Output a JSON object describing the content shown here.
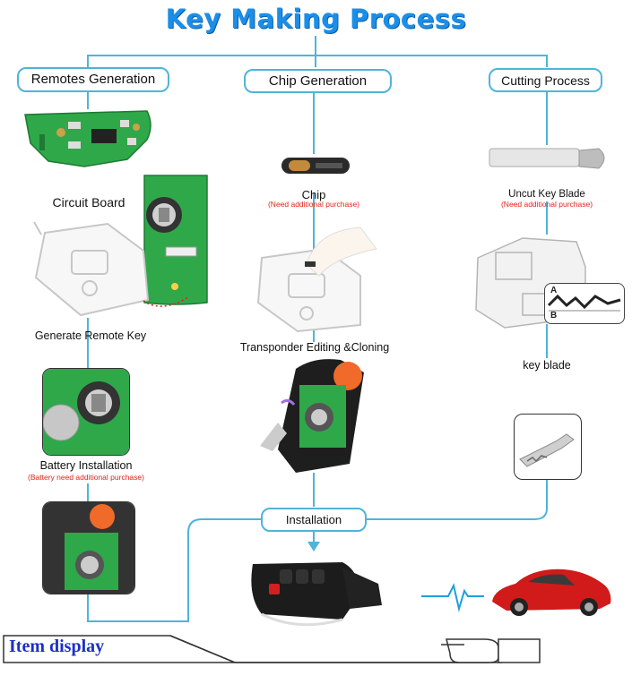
{
  "title": "Key Making Process",
  "columns": {
    "remotes": "Remotes Generation",
    "chip": "Chip Generation",
    "cutting": "Cutting Process"
  },
  "remotes": {
    "circuit_board": "Circuit Board",
    "generate": "Generate Remote Key",
    "battery": "Battery Installation",
    "battery_note": "(Battery need additional purchase)"
  },
  "chip": {
    "chip_label": "Chip",
    "chip_note": "(Need additional purchase)",
    "editing": "Transponder Editing &Cloning"
  },
  "cutting": {
    "blade_label": "Uncut Key  Blade",
    "blade_note": "(Need additional purchase)",
    "key_blade": "key blade",
    "marker_a": "A",
    "marker_b": "B"
  },
  "installation": "Installation",
  "footer": {
    "item_display": "Item display"
  },
  "colors": {
    "title": "#1b8fe8",
    "line": "#4fb4d9",
    "note": "#e2231a",
    "item_display": "#1c2fc9",
    "pcb": "#2fa84a",
    "car": "#d11a1a"
  }
}
